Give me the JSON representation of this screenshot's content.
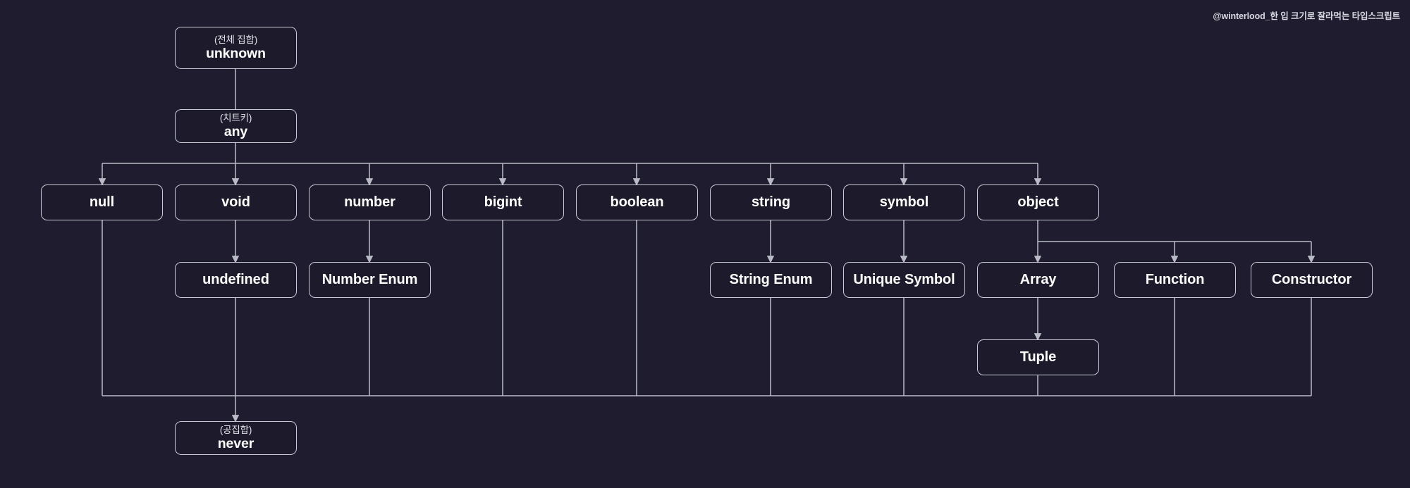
{
  "meta": {
    "title": "TypeScript Type Hierarchy",
    "watermark": "@winterlood_한 입 크기로 잘라먹는 타입스크립트",
    "background_color": "#1e1c2e",
    "node_fill_color": "#1c1a2b",
    "node_border_color": "#c9ccd6",
    "edge_color": "#b9bcc7",
    "text_color": "#ffffff"
  },
  "nodes": {
    "unknown": {
      "subtitle": "(전체 집합)",
      "label": "unknown"
    },
    "any": {
      "subtitle": "(치트키)",
      "label": "any"
    },
    "null": {
      "subtitle": "",
      "label": "null"
    },
    "void": {
      "subtitle": "",
      "label": "void"
    },
    "number": {
      "subtitle": "",
      "label": "number"
    },
    "bigint": {
      "subtitle": "",
      "label": "bigint"
    },
    "boolean": {
      "subtitle": "",
      "label": "boolean"
    },
    "string": {
      "subtitle": "",
      "label": "string"
    },
    "symbol": {
      "subtitle": "",
      "label": "symbol"
    },
    "object": {
      "subtitle": "",
      "label": "object"
    },
    "undefined": {
      "subtitle": "",
      "label": "undefined"
    },
    "number_enum": {
      "subtitle": "",
      "label": "Number Enum"
    },
    "string_enum": {
      "subtitle": "",
      "label": "String Enum"
    },
    "unique_symbol": {
      "subtitle": "",
      "label": "Unique Symbol"
    },
    "array": {
      "subtitle": "",
      "label": "Array"
    },
    "function": {
      "subtitle": "",
      "label": "Function"
    },
    "constructor": {
      "subtitle": "",
      "label": "Constructor"
    },
    "tuple": {
      "subtitle": "",
      "label": "Tuple"
    },
    "never": {
      "subtitle": "(공집합)",
      "label": "never"
    }
  },
  "edges": [
    {
      "from": "unknown",
      "to": "any"
    },
    {
      "from": "any",
      "to": "null"
    },
    {
      "from": "any",
      "to": "void"
    },
    {
      "from": "any",
      "to": "number"
    },
    {
      "from": "any",
      "to": "bigint"
    },
    {
      "from": "any",
      "to": "boolean"
    },
    {
      "from": "any",
      "to": "string"
    },
    {
      "from": "any",
      "to": "symbol"
    },
    {
      "from": "any",
      "to": "object"
    },
    {
      "from": "void",
      "to": "undefined"
    },
    {
      "from": "number",
      "to": "number_enum"
    },
    {
      "from": "string",
      "to": "string_enum"
    },
    {
      "from": "symbol",
      "to": "unique_symbol"
    },
    {
      "from": "object",
      "to": "array"
    },
    {
      "from": "object",
      "to": "function"
    },
    {
      "from": "object",
      "to": "constructor"
    },
    {
      "from": "array",
      "to": "tuple"
    },
    {
      "from": "null",
      "to": "never"
    },
    {
      "from": "undefined",
      "to": "never"
    },
    {
      "from": "number_enum",
      "to": "never"
    },
    {
      "from": "bigint",
      "to": "never"
    },
    {
      "from": "boolean",
      "to": "never"
    },
    {
      "from": "string_enum",
      "to": "never"
    },
    {
      "from": "unique_symbol",
      "to": "never"
    },
    {
      "from": "tuple",
      "to": "never"
    },
    {
      "from": "function",
      "to": "never"
    },
    {
      "from": "constructor",
      "to": "never"
    }
  ]
}
